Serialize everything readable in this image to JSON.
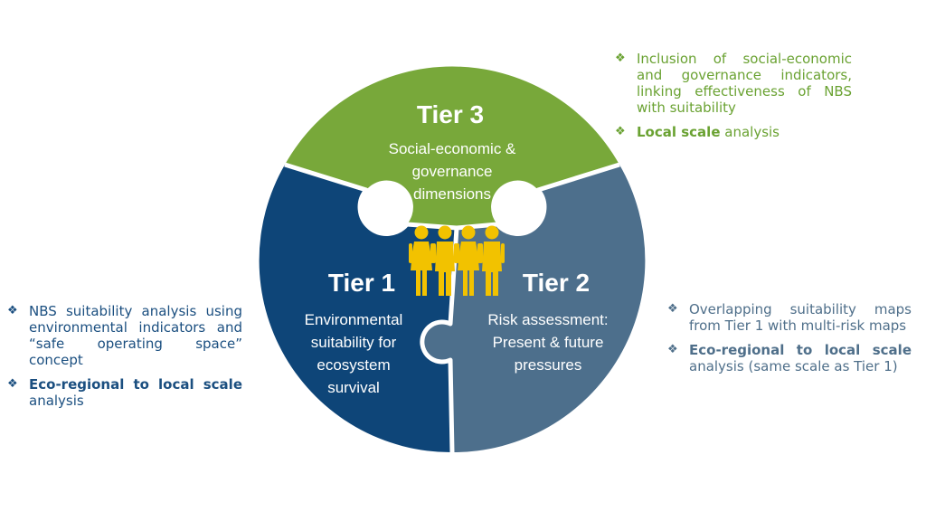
{
  "tiers": {
    "tier3": {
      "title": "Tier 3",
      "lines": [
        "Social-economic &",
        "governance",
        "dimensions"
      ]
    },
    "tier1": {
      "title": "Tier 1",
      "lines": [
        "Environmental",
        "suitability for",
        "ecosystem",
        "survival"
      ]
    },
    "tier2": {
      "title": "Tier 2",
      "lines": [
        "Risk assessment:",
        "Present & future",
        "pressures"
      ]
    }
  },
  "notes": {
    "tier3": [
      {
        "parts": [
          {
            "text": "Inclusion of social-economic and governance indicators, linking effectiveness of NBS with suitability",
            "bold": false
          }
        ]
      },
      {
        "parts": [
          {
            "text": "Local scale",
            "bold": true
          },
          {
            "text": " analysis",
            "bold": false
          }
        ]
      }
    ],
    "tier1": [
      {
        "parts": [
          {
            "text": "NBS suitability analysis using environmental indicators and “safe operating space” concept",
            "bold": false
          }
        ]
      },
      {
        "parts": [
          {
            "text": "Eco-regional to local scale",
            "bold": true
          },
          {
            "text": " analysis",
            "bold": false
          }
        ]
      }
    ],
    "tier2": [
      {
        "parts": [
          {
            "text": "Overlapping suitability maps from Tier 1 with multi-risk maps",
            "bold": false
          }
        ]
      },
      {
        "parts": [
          {
            "text": "Eco-regional to local scale",
            "bold": true
          },
          {
            "text": " analysis (same scale as Tier 1)",
            "bold": false
          }
        ]
      }
    ]
  },
  "icons": {
    "bullet": "diamond-bullet-icon",
    "people": "people-group-icon"
  },
  "colors": {
    "tier3": "#78a83a",
    "tier1": "#0e4578",
    "tier2": "#4d6f8c",
    "people": "#f2c200",
    "tier3_note_text": "#6aa232",
    "tier1_note_text": "#1b4f80",
    "tier2_note_text": "#4f6f8a"
  }
}
